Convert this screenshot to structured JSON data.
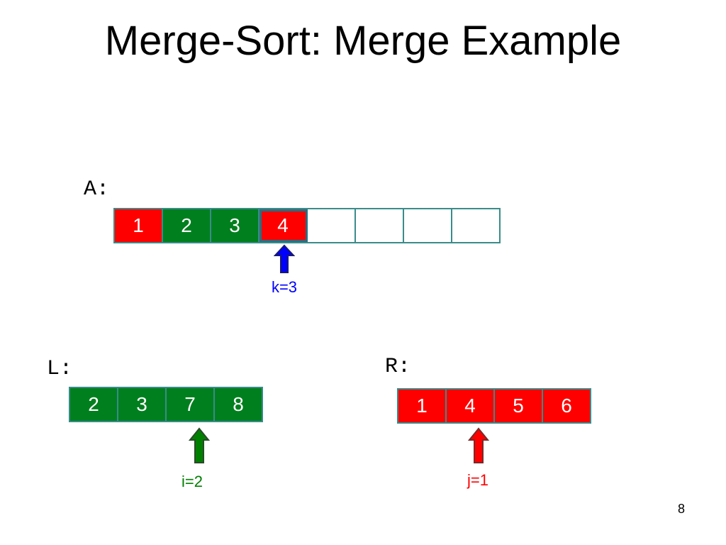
{
  "slide": {
    "title": "Merge-Sort: Merge Example",
    "page_number": "8"
  },
  "arrays": {
    "A": {
      "label": "A:",
      "cells": [
        "1",
        "2",
        "3",
        "4",
        "",
        "",
        "",
        ""
      ],
      "cell_colors": [
        "red",
        "green",
        "green",
        "red",
        "empty",
        "empty",
        "empty",
        "empty"
      ]
    },
    "L": {
      "label": "L:",
      "cells": [
        "2",
        "3",
        "7",
        "8"
      ],
      "cell_colors": [
        "green",
        "green",
        "green",
        "green"
      ]
    },
    "R": {
      "label": "R:",
      "cells": [
        "1",
        "4",
        "5",
        "6"
      ],
      "cell_colors": [
        "red",
        "red",
        "red",
        "red"
      ]
    }
  },
  "pointers": {
    "k": {
      "label": "k=3",
      "color": "#0000ff",
      "index": 3
    },
    "i": {
      "label": "i=2",
      "color": "#008000",
      "index": 2
    },
    "j": {
      "label": "j=1",
      "color": "#ff0000",
      "index": 1
    }
  },
  "colors": {
    "green": "#007f1e",
    "red": "#ff0000",
    "border": "#3a8c8a"
  }
}
